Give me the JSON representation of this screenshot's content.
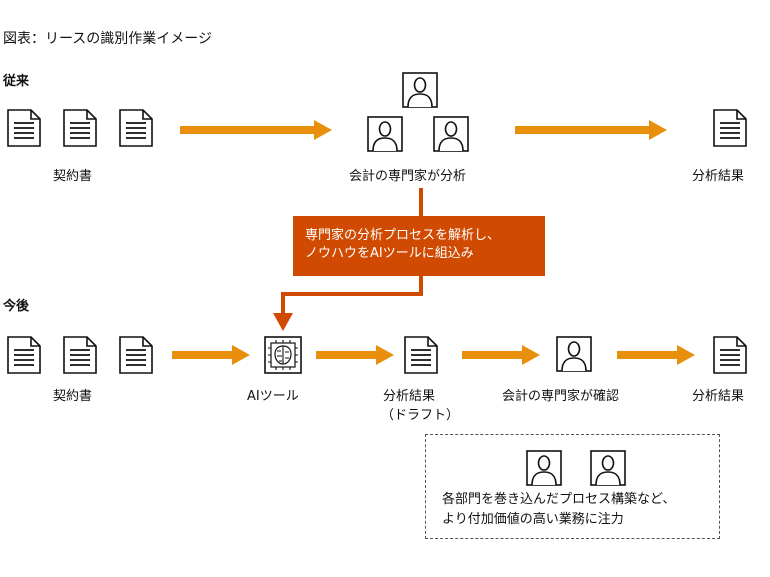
{
  "title": "図表：リースの識別作業イメージ",
  "sections": {
    "current": "従来",
    "future": "今後"
  },
  "labels": {
    "contract": "契約書",
    "expert_analysis": "会計の専門家が分析",
    "analysis_result": "分析結果",
    "ai_tool": "AIツール",
    "analysis_result_draft_1": "分析結果",
    "analysis_result_draft_2": "（ドラフト）",
    "expert_confirm": "会計の専門家が確認",
    "analysis_result_final": "分析結果"
  },
  "callout": {
    "line1": "専門家の分析プロセスを解析し、",
    "line2": "ノウハウをAIツールに組込み"
  },
  "note": {
    "line1": "各部門を巻き込んだプロセス構築など、",
    "line2": "より付加価値の高い業務に注力"
  },
  "colors": {
    "arrow": "#e8900c",
    "callout": "#d04a02"
  },
  "icons": [
    "document-icon",
    "person-icon",
    "ai-brain-icon"
  ]
}
